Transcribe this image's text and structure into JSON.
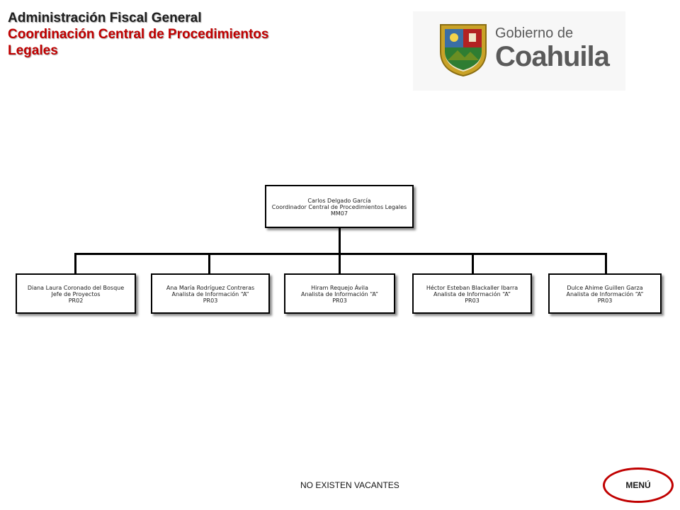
{
  "header": {
    "line1": "Administración Fiscal General",
    "line2": "Coordinación Central de Procedimientos",
    "line3": "Legales"
  },
  "logo": {
    "text_small": "Gobierno de",
    "text_big": "Coahuila",
    "icon": "coat-of-arms-icon"
  },
  "org_chart": {
    "root": {
      "name": "Carlos Delgado García",
      "position": "Coordinador Central de Procedimientos Legales",
      "code": "MM07"
    },
    "children": [
      {
        "name": "Diana Laura Coronado del Bosque",
        "position": "Jefe de Proyectos",
        "code": "PR02"
      },
      {
        "name": "Ana María Rodríguez Contreras",
        "position": "Analista de Información “A”",
        "code": "PR03"
      },
      {
        "name": "Hiram Requejo Ávila",
        "position": "Analista de Información “A”",
        "code": "PR03"
      },
      {
        "name": "Héctor Esteban Blackaller Ibarra",
        "position": "Analista de Información “A”",
        "code": "PR03"
      },
      {
        "name": "Dulce Ahime Guillen Garza",
        "position": "Analista de Información “A”",
        "code": "PR03"
      }
    ]
  },
  "footer": {
    "vacancies_text": "NO EXISTEN VACANTES",
    "menu_label": "MENÚ"
  },
  "colors": {
    "title_dark": "#1f1f1f",
    "title_red": "#c00000",
    "menu_border": "#c00000"
  }
}
